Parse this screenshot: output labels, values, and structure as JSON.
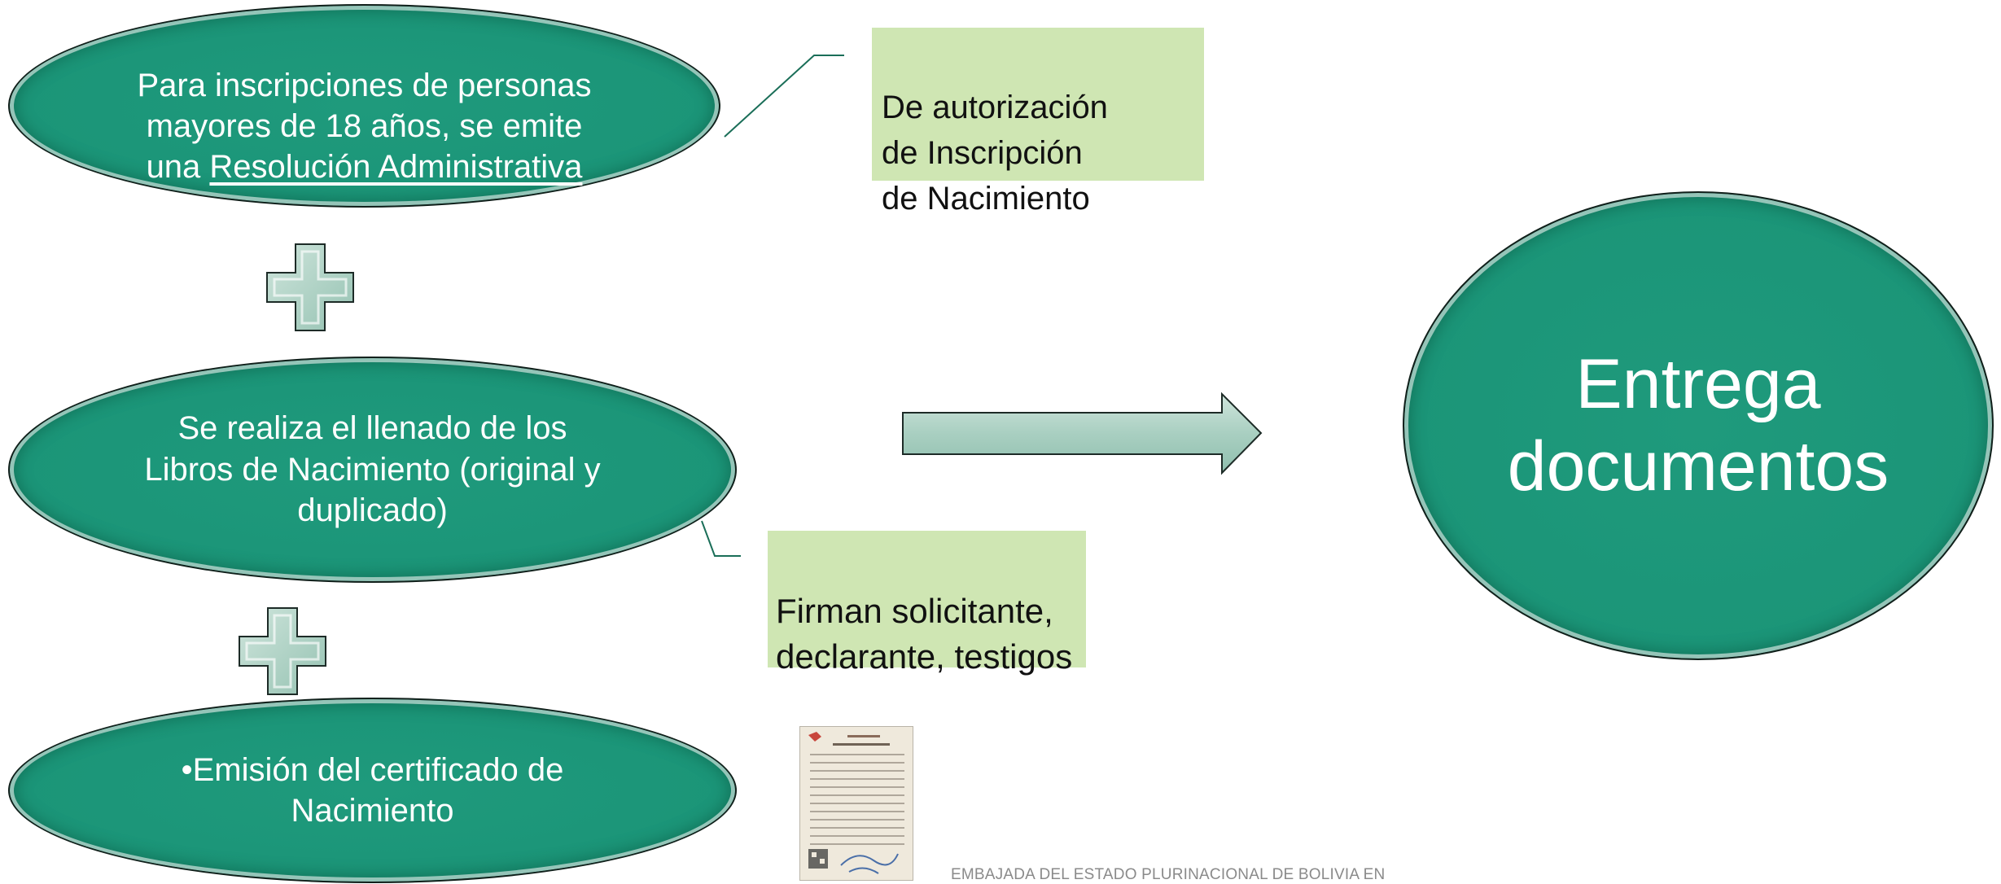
{
  "steps": [
    {
      "text_before": "Para inscripciones de personas\nmayores de 18 años, se emite\nuna ",
      "text_link": "Resolución Administrativa"
    },
    {
      "text": "Se realiza el llenado de los\nLibros de Nacimiento (original y\nduplicado)"
    },
    {
      "text": "•Emisión del certificado de\nNacimiento"
    }
  ],
  "callouts": {
    "authorization": "De autorización\nde Inscripción\nde Nacimiento",
    "signatures": "Firman solicitante,\ndeclarante, testigos"
  },
  "result": {
    "text": "Entrega\ndocumentos"
  },
  "footer": {
    "text": "EMBAJADA  DEL ESTADO PLURINACIONAL DE BOLIVIA EN"
  },
  "colors": {
    "ellipse_fill": "#1b9578",
    "callout_fill": "#cfe6b3",
    "plus_fill": "#a9cfc1",
    "arrow_fill": "#a9cfc1"
  },
  "icons": {
    "plus": "plus-icon",
    "arrow": "right-arrow-icon",
    "certificate": "birth-certificate-thumbnail"
  }
}
